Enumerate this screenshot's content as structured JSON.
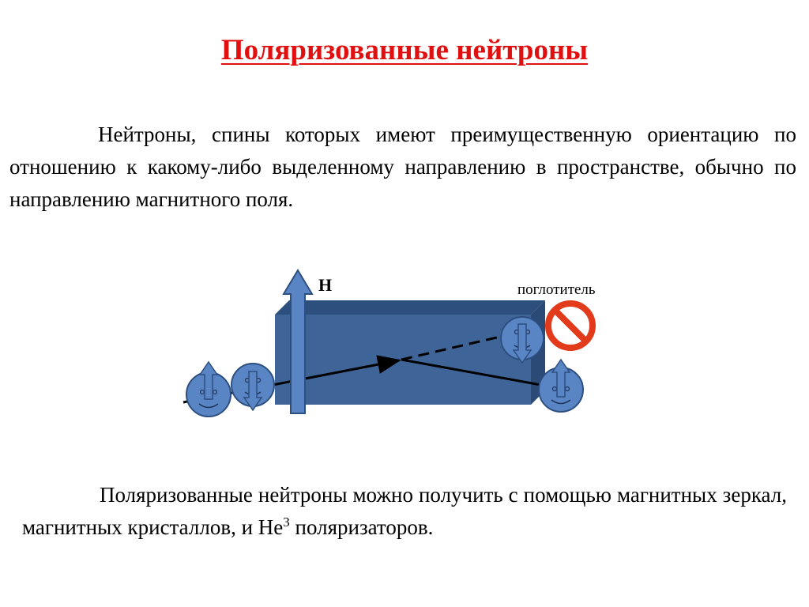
{
  "title": "Поляризованные нейтроны",
  "paragraph1": "Нейтроны, спины которых имеют преимущественную ориентацию по отношению к какому-либо выделенному направлению в пространстве, обычно по направлению магнитного поля.",
  "diagram": {
    "field_label": "H",
    "absorber_label": "поглотитель"
  },
  "paragraph2": {
    "before_sup": "Поляризованные нейтроны можно получить с помощью магнитных зеркал, магнитных кристаллов, и He",
    "sup": "3",
    "after_sup": " поляризаторов."
  },
  "colors": {
    "title": "#e01010",
    "crystal_front": "#3f6498",
    "crystal_top": "#2d4f7d",
    "neutron_fill": "#5a85c4",
    "neutron_stroke": "#2c4f80",
    "absorber_red": "#e23b1b"
  }
}
